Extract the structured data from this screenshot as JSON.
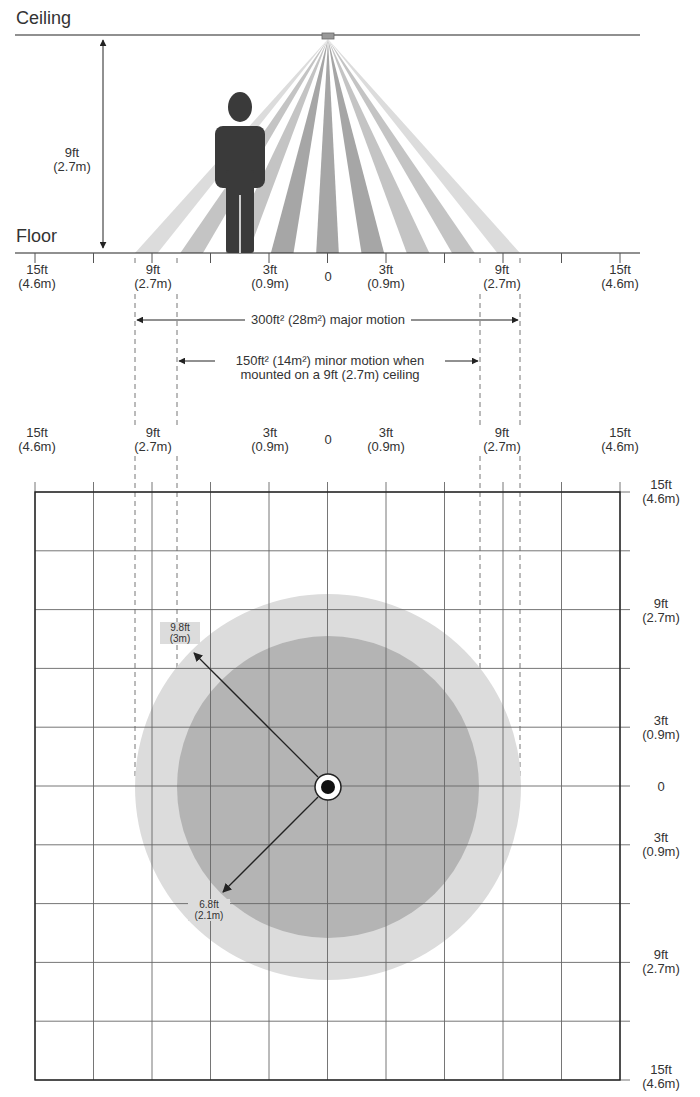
{
  "diagram": {
    "labels": [
      "Ceiling",
      "9ft (2.7m)",
      "Floor",
      "15ft (4.6m)",
      "9ft (2.7m)",
      "3ft (0.9m)",
      "0",
      "3ft (0.9m)",
      "9ft (2.7m)",
      "15ft (4.6m)",
      "300ft² (28m²) major motion",
      "150ft² (14m²) minor motion when mounted on a 9ft (2.7m) ceiling",
      "15ft (4.6m)",
      "9ft (2.7m)",
      "3ft (0.9m)",
      "0",
      "3ft (0.9m)",
      "9ft (2.7m)",
      "15ft (4.6m)",
      "15ft (4.6m)",
      "9ft (2.7m)",
      "3ft (0.9m)",
      "0",
      "3ft (0.9m)",
      "9ft (2.7m)",
      "15ft (4.6m)",
      "9.8ft (3m)",
      "6.8ft (2.1m)"
    ]
  }
}
